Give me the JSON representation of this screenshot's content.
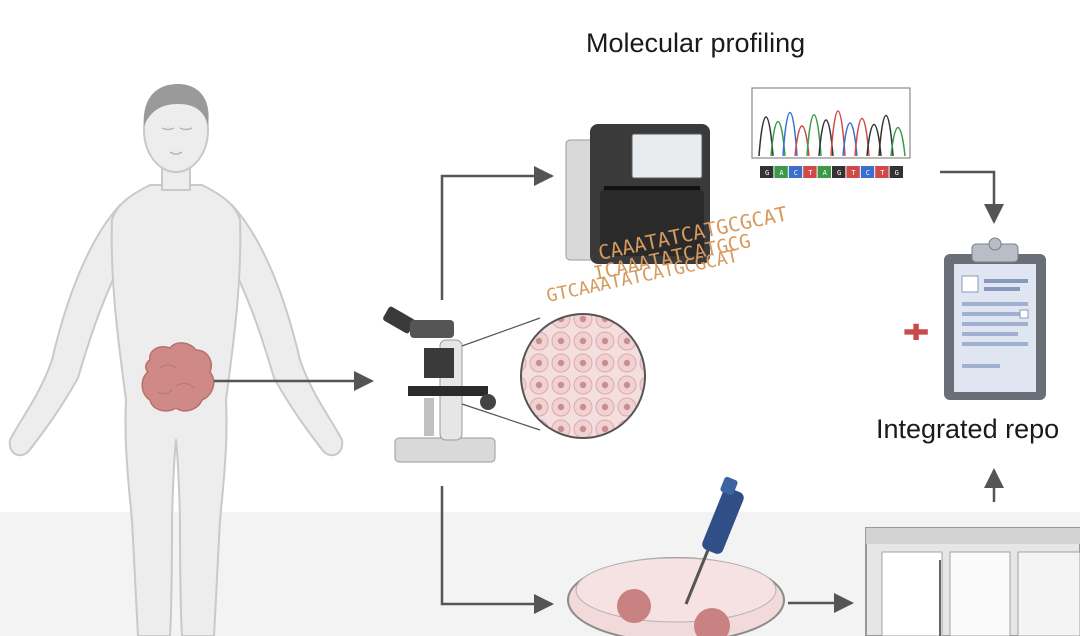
{
  "labels": {
    "molecular_profiling": "Molecular profiling",
    "integrated_report": "Integrated repo"
  },
  "sequence_bases": [
    "G",
    "A",
    "C",
    "T",
    "A",
    "G",
    "T",
    "C",
    "T",
    "G"
  ],
  "dna_lines": [
    "CAAATATCATGCGCAT",
    "ICAAATATCATGCG",
    "GTCAAATATCATGCGCAT"
  ],
  "colors": {
    "tumor": "#cf8a88",
    "body": "#ededed",
    "outline": "#c9c9c9",
    "arrow": "#555555",
    "dna_text": "#d79a5e",
    "pipette": "#2f4f86"
  }
}
